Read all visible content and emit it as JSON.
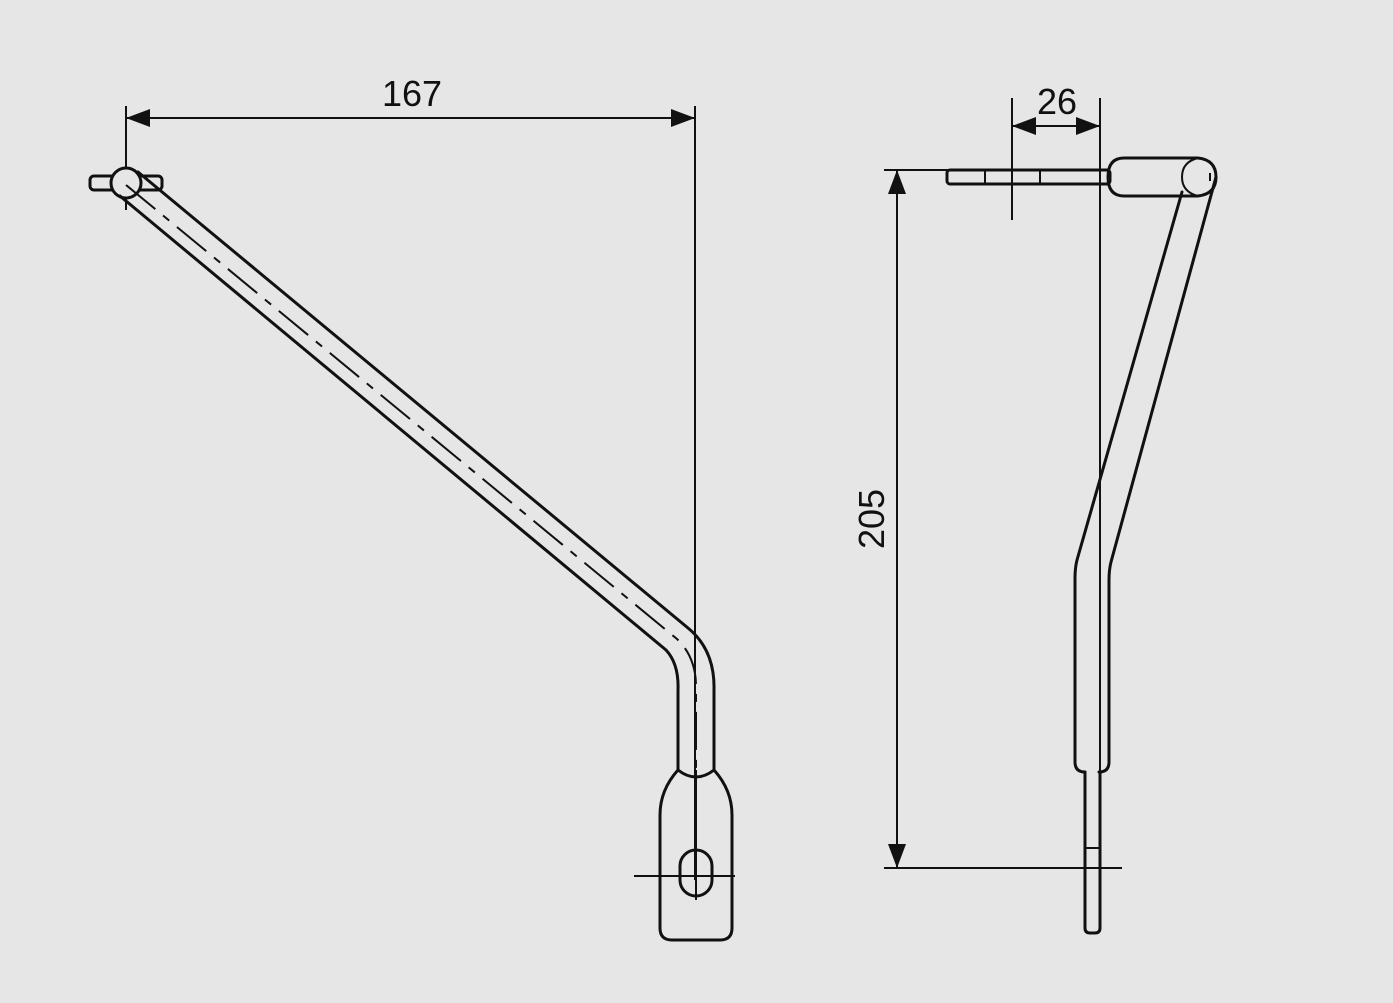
{
  "dimensions": {
    "width_label": "167",
    "offset_label": "26",
    "height_label": "205"
  },
  "colors": {
    "background": "#e6e6e6",
    "line": "#111111"
  }
}
